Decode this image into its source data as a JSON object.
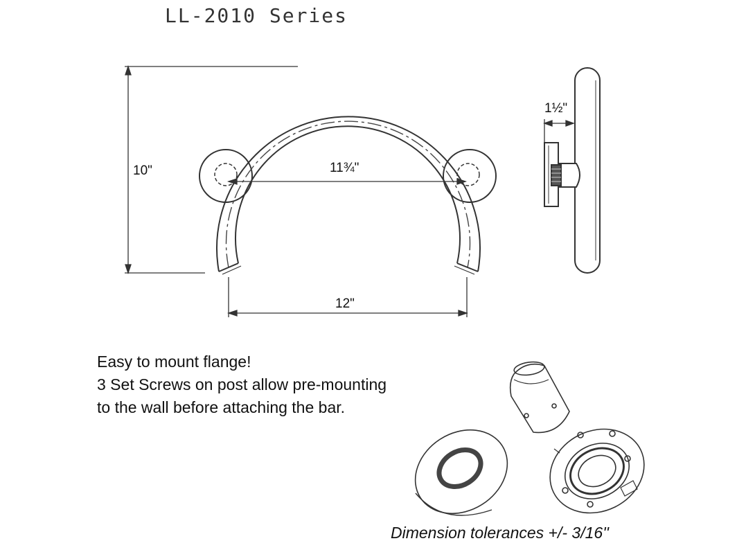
{
  "title": "LL-2010 Series",
  "dimensions": {
    "height": "10\"",
    "center_span": "11¾\"",
    "width": "12\"",
    "depth": "1½\""
  },
  "notes": [
    "Easy to mount flange!",
    "3 Set Screws on post allow pre-mounting",
    "to the wall before attaching the bar."
  ],
  "tolerance": "Dimension tolerances +/- 3/16''"
}
